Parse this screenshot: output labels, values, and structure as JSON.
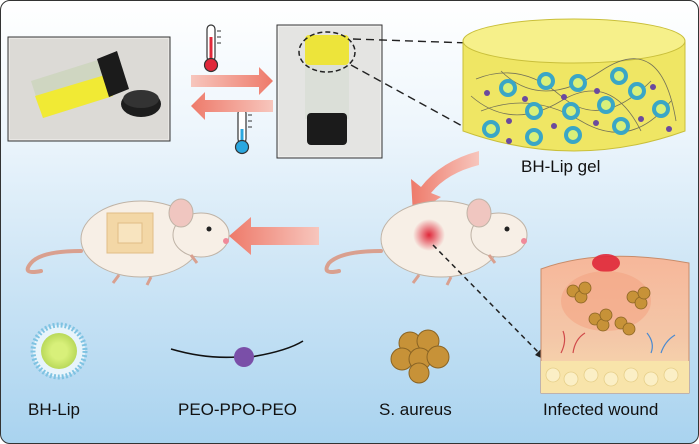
{
  "labels": {
    "gel": "BH-Lip gel",
    "bh_lip": "BH-Lip",
    "polymer": "PEO-PPO-PEO",
    "bacteria": "S. aureus",
    "wound": "Infected wound"
  },
  "icons": {
    "hot": "thermometer-hot-icon",
    "cold": "thermometer-cold-icon"
  },
  "colors": {
    "gel_yellow": "#f2e84a",
    "liposome_teal": "#3aa6c6",
    "polymer_purple": "#7a4fa8",
    "arrow_pink": "#f08a7a",
    "wound_red": "#e0283a",
    "bacteria_gold": "#c79238"
  }
}
